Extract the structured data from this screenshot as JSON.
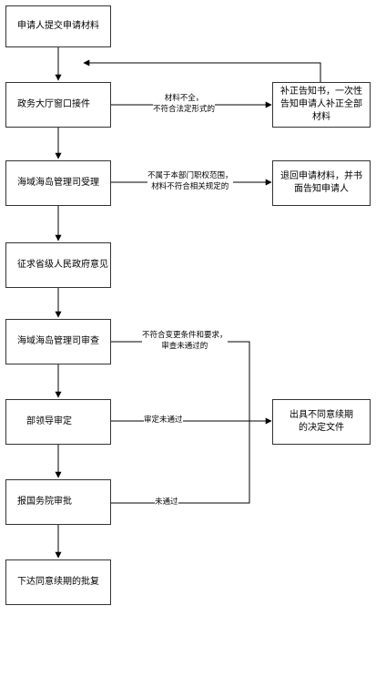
{
  "steps": {
    "submit": "申请人提交申请材料",
    "window": "政务大厅窗口接件",
    "accept": "海域海岛管理司受理",
    "opinion": "征求省级人民政府意见",
    "review": "海域海岛管理司审查",
    "leader": "部领导审定",
    "council": "报国务院审批",
    "approve": "下达同意续期的批复"
  },
  "outcomes": {
    "supplement": "补正告知书，一次性告知申请人补正全部材料",
    "return": "退回申请材料，并书面告知申请人",
    "reject": "出具不同意续期的决定文件"
  },
  "conditions": {
    "incomplete_1": "材料不全，",
    "incomplete_2": "不符合法定形式的",
    "outofscope_1": "不属于本部门职权范围，",
    "outofscope_2": "材料不符合相关规定的",
    "notmet_1": "不符合变更条件和要求，",
    "notmet_2": "审查未通过的",
    "notapproved": "审定未通过",
    "failed": "未通过"
  }
}
